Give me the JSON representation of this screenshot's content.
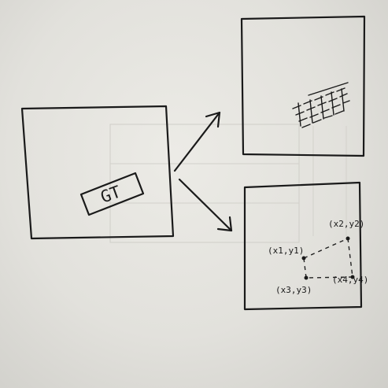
{
  "source_image": {
    "gt_label": "GT",
    "corner_labels": {
      "top_left": "(x1,y1)",
      "top_right": "(x2,y2)",
      "bottom_left": "(x3,y3)",
      "bottom_right": "(x4,y4)"
    }
  },
  "colors": {
    "ink": "#1a1a1a",
    "paper": "#e6e5e0",
    "bleed_through": "#bdbcb6"
  },
  "icons": [
    "arrow-up-right-icon",
    "arrow-down-right-icon"
  ]
}
